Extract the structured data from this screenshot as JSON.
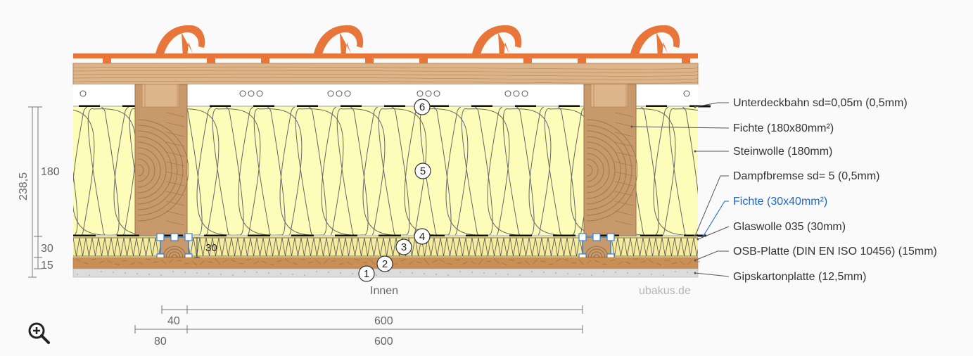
{
  "labels": [
    {
      "text": "Unterdeckbahn sd=0,05m (0,5mm)",
      "color": "#333333"
    },
    {
      "text": "Fichte (180x80mm²)",
      "color": "#333333"
    },
    {
      "text": "Steinwolle (180mm)",
      "color": "#333333"
    },
    {
      "text": "Dampfbremse sd= 5 (0,5mm)",
      "color": "#333333"
    },
    {
      "text": "Fichte (30x40mm²)",
      "color": "#1a66cc"
    },
    {
      "text": "Glaswolle 035 (30mm)",
      "color": "#333333"
    },
    {
      "text": "OSB-Platte (DIN EN ISO 10456) (15mm)",
      "color": "#333333"
    },
    {
      "text": "Gipskartonplatte (12,5mm)",
      "color": "#333333"
    }
  ],
  "layer_numbers": [
    "1",
    "2",
    "3",
    "4",
    "5",
    "6"
  ],
  "dimensions": {
    "total": "238,5",
    "insulation_main": "180",
    "insulation_inner": "30",
    "osb": "15",
    "batten_height": "30",
    "batten_width": "40",
    "rafter_width": "80",
    "batten_spacing": "600",
    "rafter_spacing": "600"
  },
  "inside_label": "Innen",
  "watermark": "ubakus.de",
  "zoom_icon": "zoom-in-icon",
  "colors": {
    "tile": "#e8763b",
    "wood": "#c8996a",
    "wood_light": "#ddb58a",
    "insulation": "#fdfcb8",
    "insulation_line": "#555555",
    "glasswool": "#f6e89a",
    "osb": "#c98f55",
    "gypsum": "#d6d6d6",
    "batten_outline": "#3a7fd0",
    "label_blue": "#1a66cc"
  }
}
